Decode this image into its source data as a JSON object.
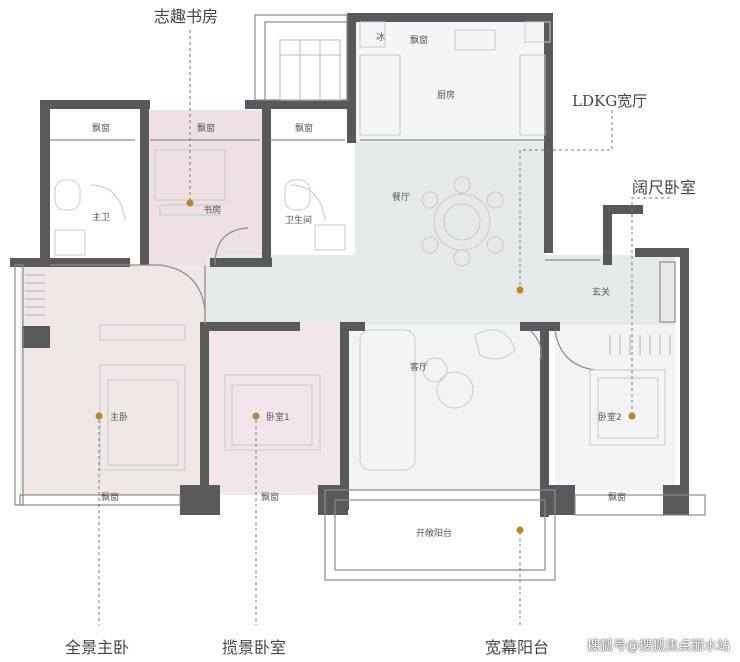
{
  "callouts": {
    "study": "志趣书房",
    "ldkg": "LDKG宽厅",
    "wide_bedroom": "阔尺卧室",
    "master": "全景主卧",
    "view_bedroom": "揽景卧室",
    "balcony": "宽幕阳台"
  },
  "rooms": {
    "bay_window": "飘窗",
    "kitchen": "厨房",
    "master_bath": "主卫",
    "study": "书房",
    "bathroom": "卫生间",
    "dining": "餐厅",
    "foyer": "玄关",
    "master": "主卧",
    "bedroom1": "卧室1",
    "living": "客厅",
    "bedroom2": "卧室2",
    "balcony": "开敞阳台",
    "fridge": "冰"
  },
  "watermark": "搜狐号@搜狐焦点丽水站",
  "colors": {
    "wall": "#58595b",
    "study_fill": "#efe1e3",
    "public_fill": "#e6ebea",
    "master_fill": "#efe8e6",
    "bedroom1_fill": "#f3e6ea",
    "dot": "#b8862e"
  }
}
